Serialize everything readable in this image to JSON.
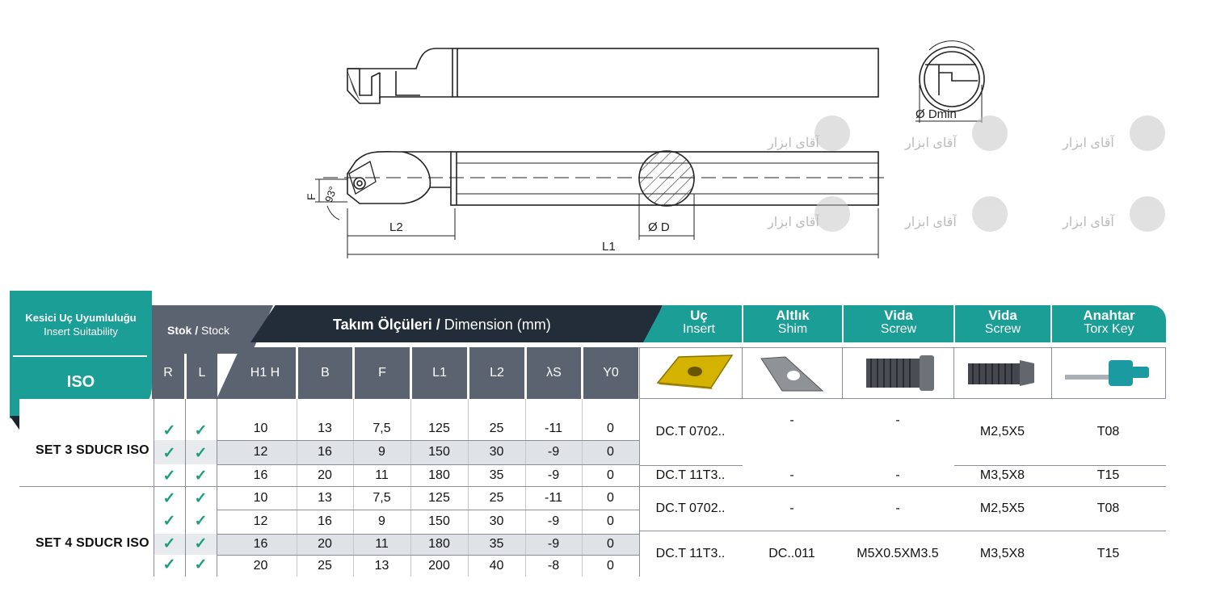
{
  "drawing": {
    "labels": {
      "dmin": "Ø Dmin",
      "d": "Ø D",
      "l1": "L1",
      "l2": "L2",
      "f": "F",
      "angle": "93°"
    },
    "watermark": "آقای ابزار"
  },
  "table": {
    "insert_suitability": {
      "title": "Kesici Uç Uyumluluğu",
      "subtitle": "Insert Suitability"
    },
    "iso": "ISO",
    "stock": {
      "bold": "Stok /",
      "normal": "Stock"
    },
    "dimension": {
      "bold": "Takım Ölçüleri /",
      "normal": "Dimension (mm)"
    },
    "groups": [
      {
        "line1": "Uç",
        "line2": "Insert"
      },
      {
        "line1": "Altlık",
        "line2": "Shim"
      },
      {
        "line1": "Vida",
        "line2": "Screw"
      },
      {
        "line1": "Vida",
        "line2": "Screw"
      },
      {
        "line1": "Anahtar",
        "line2": "Torx Key"
      }
    ],
    "sub_headers": [
      "R",
      "L",
      "H1 H",
      "B",
      "F",
      "L1",
      "L2",
      "λS",
      "Y0"
    ],
    "check": "✓",
    "rows": [
      [
        "10",
        "13",
        "7,5",
        "125",
        "25",
        "-11",
        "0"
      ],
      [
        "12",
        "16",
        "9",
        "150",
        "30",
        "-9",
        "0"
      ],
      [
        "16",
        "20",
        "11",
        "180",
        "35",
        "-9",
        "0"
      ],
      [
        "10",
        "13",
        "7,5",
        "125",
        "25",
        "-11",
        "0"
      ],
      [
        "12",
        "16",
        "9",
        "150",
        "30",
        "-9",
        "0"
      ],
      [
        "16",
        "20",
        "11",
        "180",
        "35",
        "-9",
        "0"
      ],
      [
        "20",
        "25",
        "13",
        "200",
        "40",
        "-8",
        "0"
      ]
    ],
    "sets": [
      "SET 3 SDUCR ISO",
      "SET 4 SDUCR ISO"
    ],
    "acc": {
      "insert_a": "DC.T 0702..",
      "insert_b": "DC.T 11T3..",
      "insert_c": "DC.T 0702..",
      "insert_d": "DC.T 11T3..",
      "dash": "-",
      "shim_d": "DC..011",
      "screw1_d": "M5X0.5XM3.5",
      "screw2_a": "M2,5X5",
      "screw2_b": "M3,5X8",
      "screw2_c": "M2,5X5",
      "screw2_d": "M3,5X8",
      "key_a": "T08",
      "key_b": "T15",
      "key_c": "T08",
      "key_d": "T15"
    }
  },
  "colors": {
    "teal": "#1a9e96",
    "dark": "#232d3a",
    "grey": "#5b6370",
    "stripe": "#dfe2e7",
    "check": "#1a9e7e"
  }
}
